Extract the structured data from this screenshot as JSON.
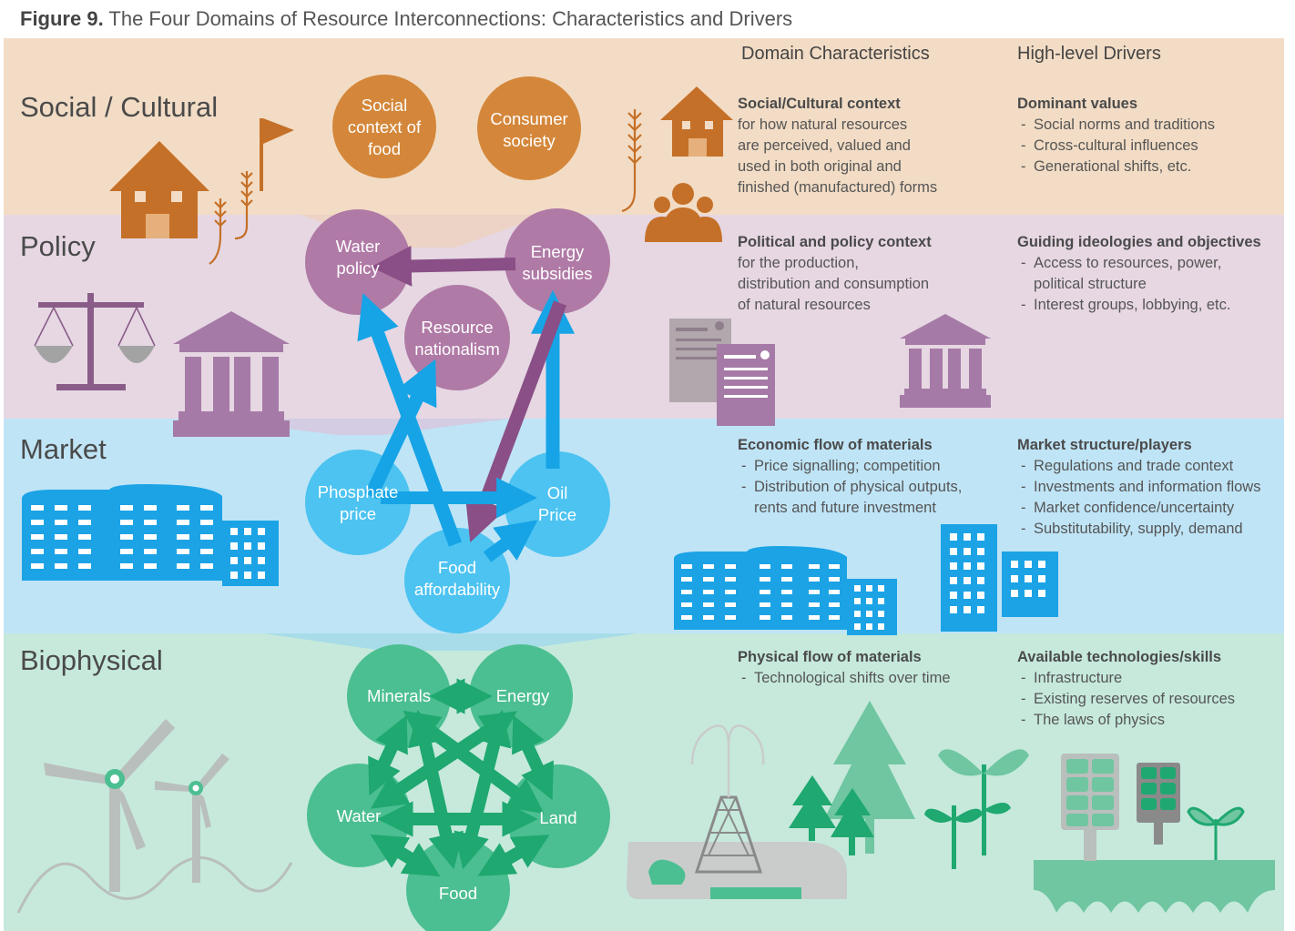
{
  "figure": {
    "label": "Figure 9.",
    "title": "The Four Domains of Resource Interconnections: Characteristics and Drivers"
  },
  "columns": {
    "characteristics": "Domain Characteristics",
    "drivers": "High-level Drivers"
  },
  "domains": {
    "social": {
      "label": "Social / Cultural",
      "nodes": [
        {
          "lines": [
            "Social",
            "context of",
            "food"
          ]
        },
        {
          "lines": [
            "Consumer",
            "society"
          ]
        }
      ],
      "characteristics": {
        "heading": "Social/Cultural context",
        "lines": [
          "for how natural resources",
          "are perceived, valued and",
          "used in both original and",
          "finished (manufactured) forms"
        ]
      },
      "drivers": {
        "heading": "Dominant values",
        "items": [
          "Social norms and traditions",
          "Cross-cultural influences",
          "Generational shifts, etc."
        ]
      }
    },
    "policy": {
      "label": "Policy",
      "nodes": [
        {
          "lines": [
            "Water",
            "policy"
          ]
        },
        {
          "lines": [
            "Energy",
            "subsidies"
          ]
        },
        {
          "lines": [
            "Resource",
            "nationalism"
          ]
        }
      ],
      "characteristics": {
        "heading": "Political and policy context",
        "lines": [
          "for the production,",
          "distribution and consumption",
          "of natural resources"
        ]
      },
      "drivers": {
        "heading": "Guiding ideologies and objectives",
        "items": [
          [
            "Access to resources, power,",
            "political structure"
          ],
          [
            "Interest groups, lobbying, etc."
          ]
        ]
      }
    },
    "market": {
      "label": "Market",
      "nodes": [
        {
          "lines": [
            "Phosphate",
            "price"
          ]
        },
        {
          "lines": [
            "Oil",
            "Price"
          ]
        },
        {
          "lines": [
            "Food",
            "affordability"
          ]
        }
      ],
      "characteristics": {
        "heading": "Economic flow of materials",
        "items": [
          [
            "Price signalling; competition"
          ],
          [
            "Distribution of physical outputs,",
            "rents and future investment"
          ]
        ]
      },
      "drivers": {
        "heading": "Market structure/players",
        "items": [
          "Regulations and trade context",
          "Investments and information flows",
          "Market confidence/uncertainty",
          "Substitutability, supply, demand"
        ]
      }
    },
    "bio": {
      "label": "Biophysical",
      "nodes": [
        {
          "lines": [
            "Minerals"
          ]
        },
        {
          "lines": [
            "Energy"
          ]
        },
        {
          "lines": [
            "Water"
          ]
        },
        {
          "lines": [
            "Land"
          ]
        },
        {
          "lines": [
            "Food"
          ]
        }
      ],
      "characteristics": {
        "heading": "Physical flow of materials",
        "items": [
          "Technological shifts over time"
        ]
      },
      "drivers": {
        "heading": "Available technologies/skills",
        "items": [
          "Infrastructure",
          "Existing reserves of resources",
          "The laws of physics"
        ]
      }
    }
  },
  "colors": {
    "social_band": "#f2dcc5",
    "policy_band": "#e6d7e3",
    "market_band": "#bfe4f6",
    "bio_band": "#c6e9dc",
    "social_node": "#d4873a",
    "policy_node": "#b07aa6",
    "market_node": "#4cc3f1",
    "bio_node": "#4cbf92",
    "blue_arrow": "#16a4e6",
    "purple_arrow": "#8a4f86",
    "green_arrow": "#1fa870"
  },
  "icons": [
    "house-icon",
    "flag-icon",
    "wheat-icon",
    "people-icon",
    "scales-icon",
    "government-building-icon",
    "documents-icon",
    "office-building-icon",
    "wind-turbine-icon",
    "oil-derrick-icon",
    "tree-icon",
    "plant-icon",
    "solar-panel-icon"
  ]
}
